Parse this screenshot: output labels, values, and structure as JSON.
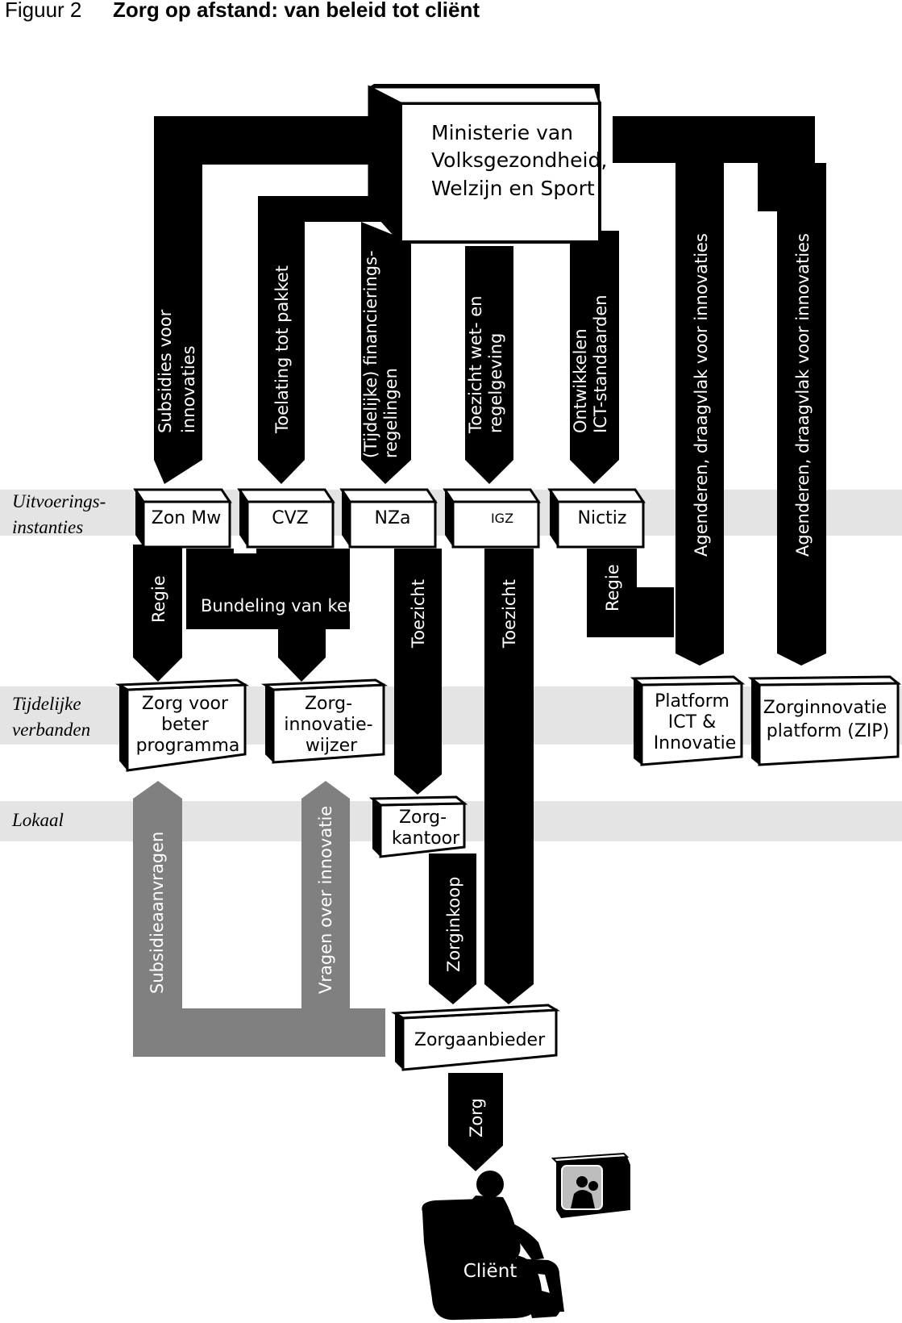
{
  "caption": {
    "prefix": "Figuur 2",
    "title": "Zorg op afstand: van beleid tot cliënt"
  },
  "levels": {
    "uitvoering": [
      "Uitvoerings-",
      "instanties"
    ],
    "tijdelijk": [
      "Tijdelijke",
      "verbanden"
    ],
    "lokaal": [
      "Lokaal"
    ]
  },
  "boxes": {
    "ministerie": [
      "Ministerie van",
      "Volksgezondheid,",
      "Welzijn en Sport"
    ],
    "zonmw": [
      "Zon Mw"
    ],
    "cvz": [
      "CVZ"
    ],
    "nza": [
      "NZa"
    ],
    "igz": [
      "IGZ"
    ],
    "nictiz": [
      "Nictiz"
    ],
    "zorgvoorbeter": [
      "Zorg voor",
      "beter",
      "programma"
    ],
    "zorginnovatiewijzer": [
      "Zorg-",
      "innovatie-",
      "wijzer"
    ],
    "platformict": [
      "Platform",
      "ICT &",
      "Innovatie"
    ],
    "zip": [
      "Zorginnovatie",
      "platform (ZIP)"
    ],
    "zorgkantoor": [
      "Zorg-",
      "kantoor"
    ],
    "zorgaanbieder": [
      "Zorgaanbieder"
    ]
  },
  "arrows": {
    "subsidies": [
      "Subsidies voor",
      "innovaties"
    ],
    "toelating": [
      "Toelating tot pakket"
    ],
    "financiering": [
      "(Tijdelijke) financierings-",
      "regelingen"
    ],
    "toezicht_wet": [
      "Toezicht wet- en",
      "regelgeving"
    ],
    "ontwikkelen": [
      "Ontwikkelen",
      "ICT-standaarden"
    ],
    "agenderen1": [
      "Agenderen, draagvlak voor innovaties"
    ],
    "agenderen2": [
      "Agenderen, draagvlak voor innovaties"
    ],
    "regie1": [
      "Regie"
    ],
    "bundeling": [
      "Bundeling van kennis"
    ],
    "toezicht1": [
      "Toezicht"
    ],
    "toezicht2": [
      "Toezicht"
    ],
    "regie2": [
      "Regie"
    ],
    "subsidieaanvragen": [
      "Subsidieaanvragen"
    ],
    "vragen": [
      "Vragen over innovatie"
    ],
    "zorginkoop": [
      "Zorginkoop"
    ],
    "zorg": [
      "Zorg"
    ]
  },
  "client": {
    "label": "Cliënt"
  },
  "colors": {
    "ink": "#000000",
    "paper": "#ffffff",
    "band": "#e4e4e4",
    "grey_flow": "#808080"
  }
}
